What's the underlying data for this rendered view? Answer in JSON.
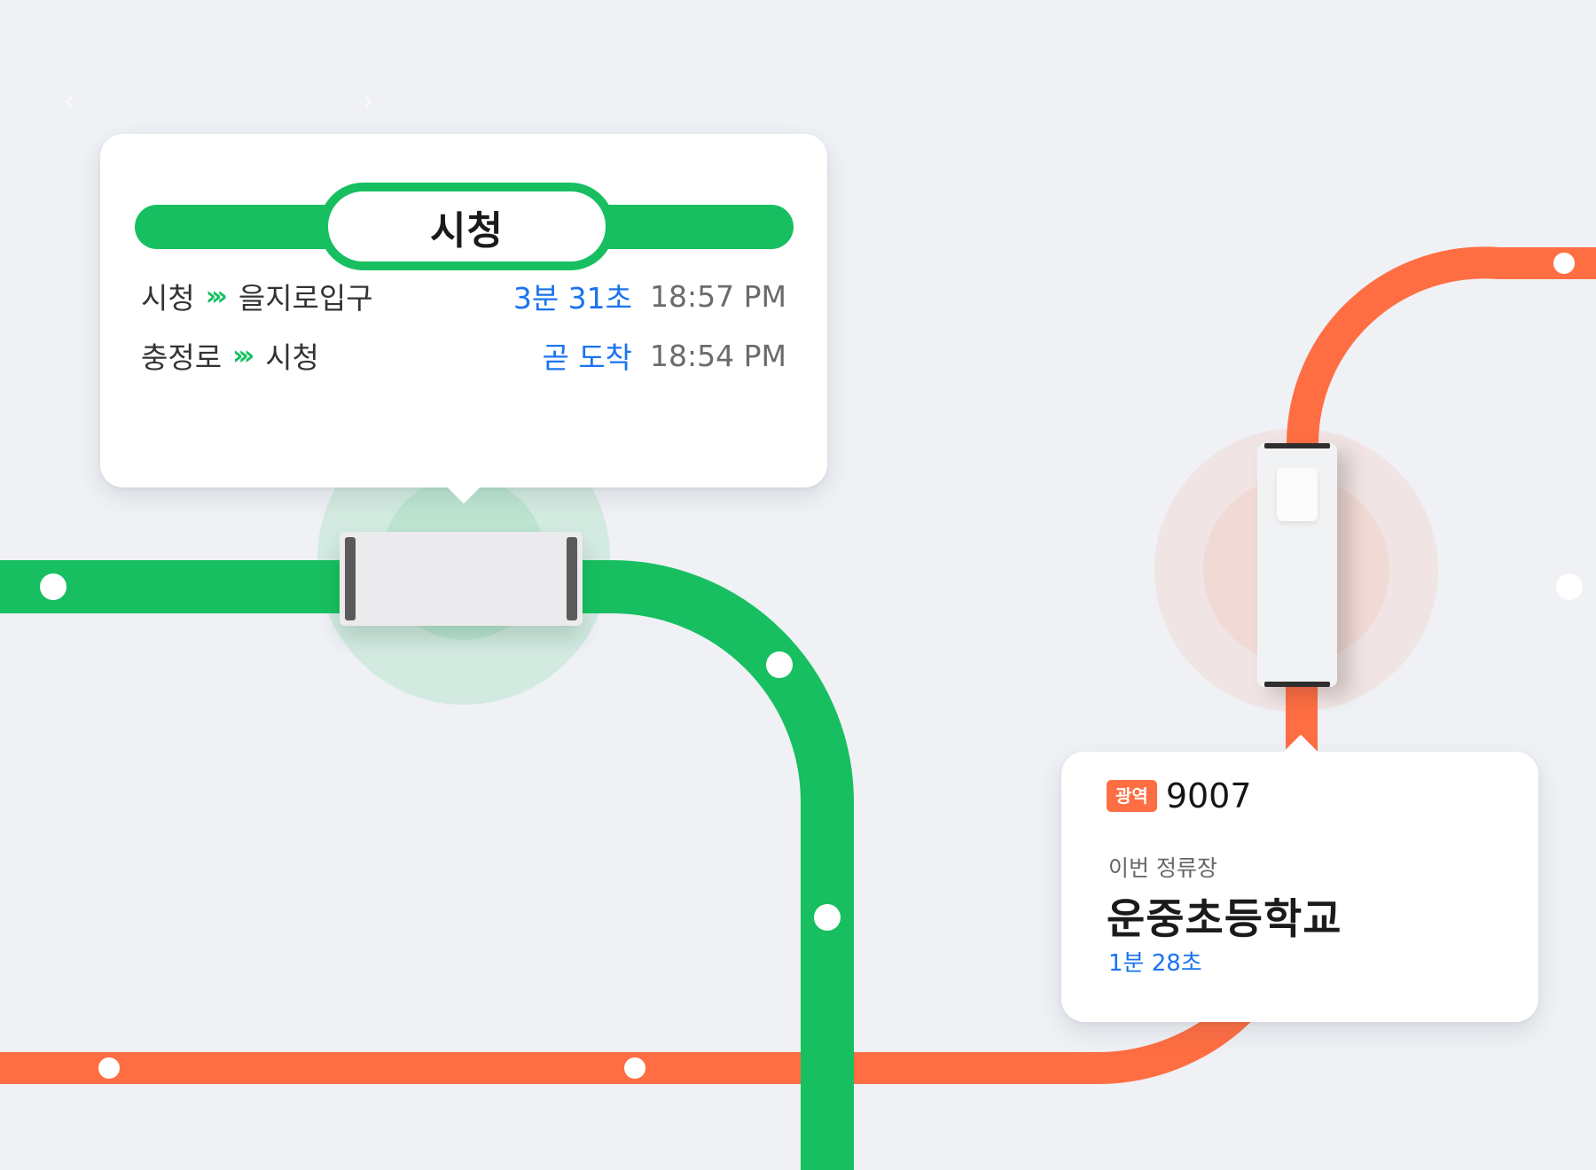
{
  "nav": {
    "prev_icon": "‹",
    "next_icon": "›"
  },
  "colors": {
    "subway_line": "#17bf60",
    "bus_line": "#ff6e43",
    "eta_blue": "#1a73f0",
    "background": "#eff1f5"
  },
  "subway_card": {
    "station_name": "시청",
    "arrow_glyph": "›››",
    "routes": [
      {
        "from": "시청",
        "to": "을지로입구",
        "eta": "3분 31초",
        "time": "18:57 PM"
      },
      {
        "from": "충정로",
        "to": "시청",
        "eta": "곧 도착",
        "time": "18:54 PM"
      }
    ]
  },
  "bus_card": {
    "badge": "광역",
    "route_number": "9007",
    "stop_label": "이번 정류장",
    "stop_name": "운중초등학교",
    "eta": "1분 28초"
  },
  "map": {
    "vehicles": [
      {
        "type": "subway-train",
        "line": "green"
      },
      {
        "type": "bus",
        "line": "orange"
      }
    ]
  }
}
